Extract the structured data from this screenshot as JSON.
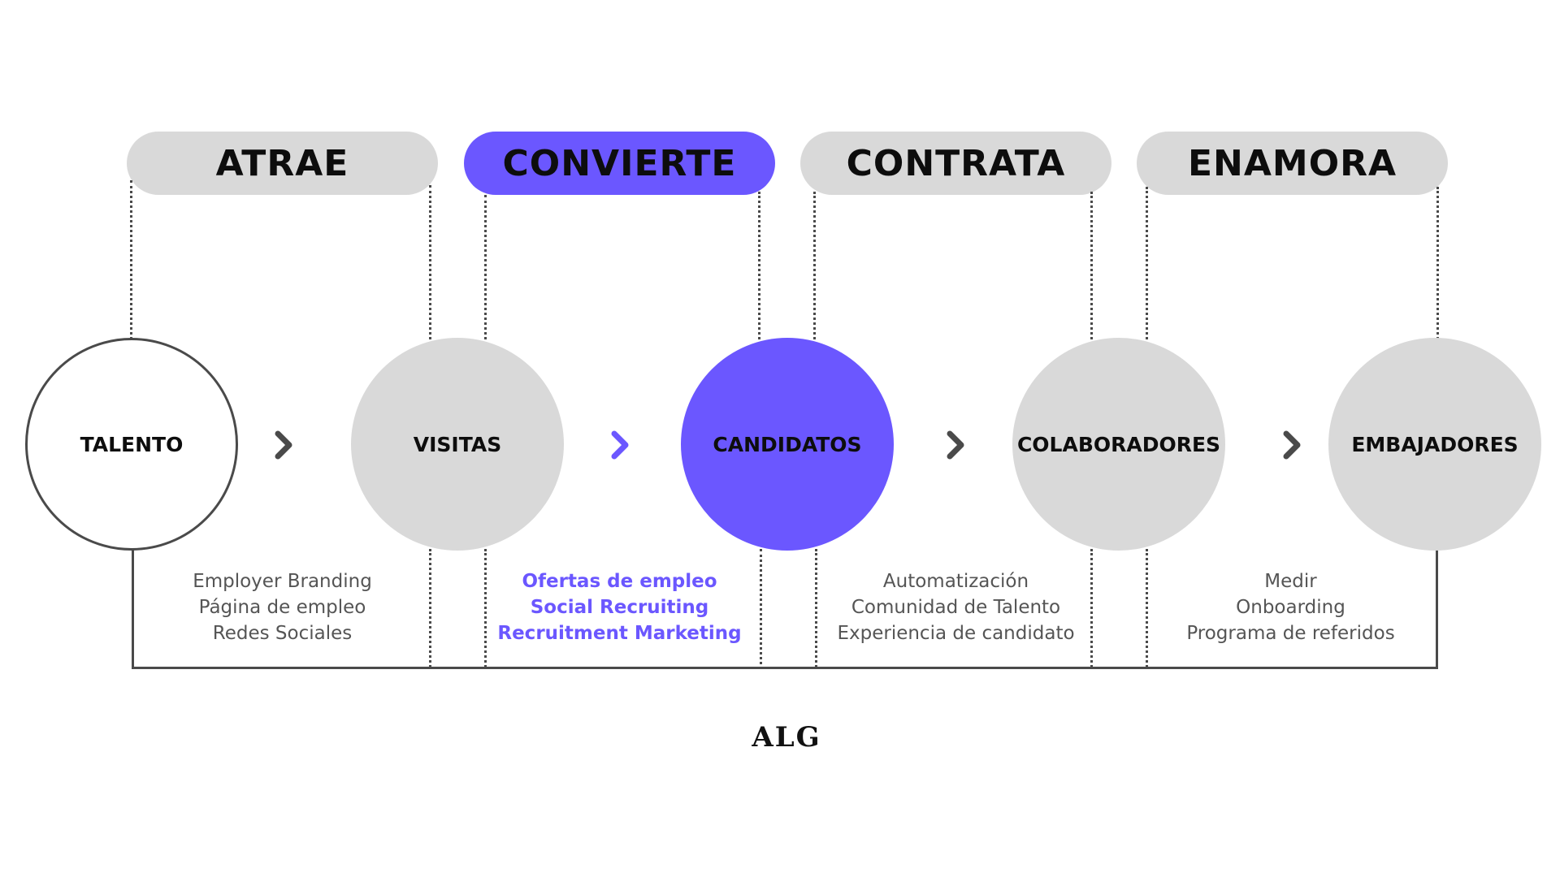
{
  "colors": {
    "accent": "#6b57ff",
    "neutral": "#d9d9d9",
    "outline": "#4a4a4a",
    "text": "#0d0d0d"
  },
  "stages": [
    {
      "label": "ATRAE",
      "highlight": false,
      "items": [
        "Employer Branding",
        "Página de empleo",
        "Redes Sociales"
      ]
    },
    {
      "label": "CONVIERTE",
      "highlight": true,
      "items": [
        "Ofertas de empleo",
        "Social Recruiting",
        "Recruitment Marketing"
      ]
    },
    {
      "label": "CONTRATA",
      "highlight": false,
      "items": [
        "Automatización",
        "Comunidad de Talento",
        "Experiencia de candidato"
      ]
    },
    {
      "label": "ENAMORA",
      "highlight": false,
      "items": [
        "Medir",
        "Onboarding",
        "Programa de referidos"
      ]
    }
  ],
  "nodes": [
    {
      "label": "TALENTO",
      "style": "outline"
    },
    {
      "label": "VISITAS",
      "style": "neutral"
    },
    {
      "label": "CANDIDATOS",
      "style": "accent"
    },
    {
      "label": "COLABORADORES",
      "style": "neutral"
    },
    {
      "label": "EMBAJADORES",
      "style": "neutral"
    }
  ],
  "arrows": [
    {
      "icon": "chevron-right-icon",
      "highlight": false
    },
    {
      "icon": "chevron-right-icon",
      "highlight": true
    },
    {
      "icon": "chevron-right-icon",
      "highlight": false
    },
    {
      "icon": "chevron-right-icon",
      "highlight": false
    }
  ],
  "logo": {
    "text": "ALG"
  }
}
